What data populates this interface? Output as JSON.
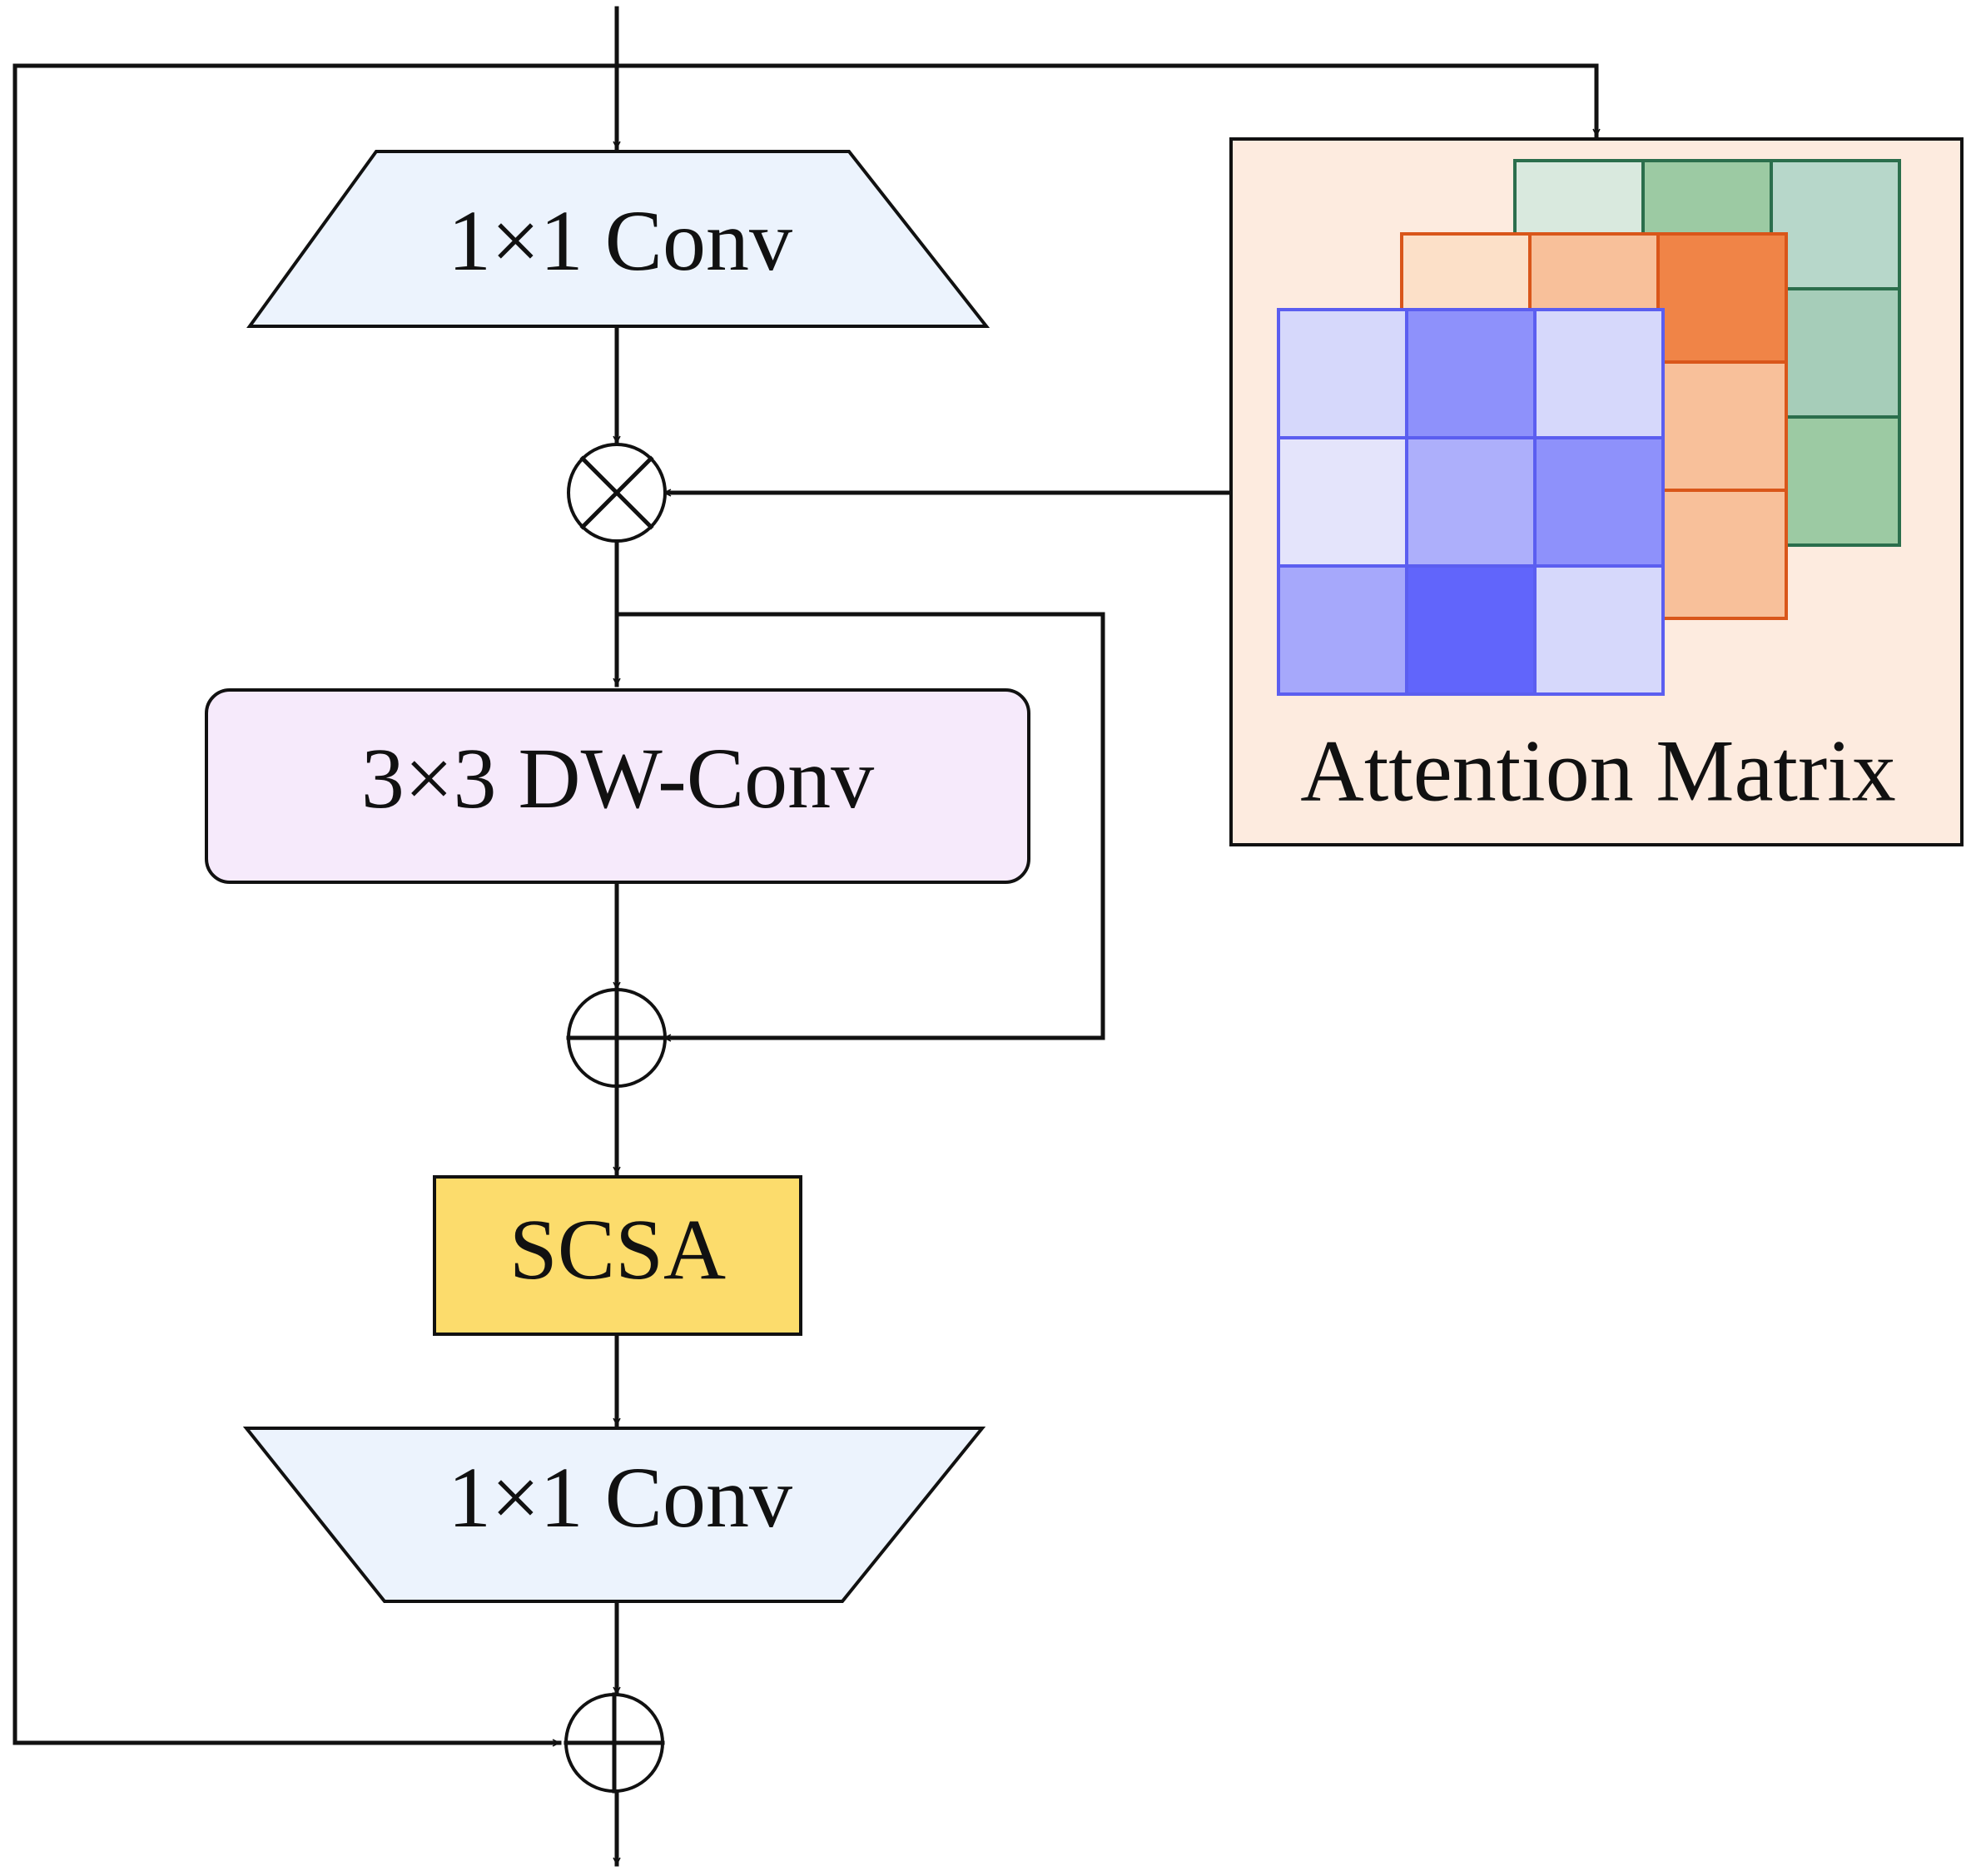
{
  "diagram": {
    "conv_top": {
      "label": "1×1 Conv",
      "fill": "#ecf3fd"
    },
    "dwconv": {
      "label": "3×3 DW-Conv",
      "fill": "#f6eafb"
    },
    "scsa": {
      "label": "SCSA",
      "fill": "#fcdc6c"
    },
    "conv_bottom": {
      "label": "1×1 Conv",
      "fill": "#ecf3fd"
    },
    "attention": {
      "label": "Attention Matrix",
      "panel_fill": "#fdebdf",
      "layers": [
        {
          "name": "green",
          "stroke": "#2b6e4c",
          "cells": [
            [
              "#d9e9de",
              "#9ccaa3",
              "#b7d7ca"
            ],
            [
              "#f8c09a",
              "#f08447",
              "#a6cdb9"
            ],
            [
              "#f8c09a",
              "#f8c09a",
              "#9ccaa3"
            ]
          ]
        },
        {
          "name": "orange",
          "stroke": "#d9561a",
          "cells": [
            [
              "#fce0c8",
              "#f8c09a",
              "#f08447"
            ],
            [
              "#f8c09a",
              "#f8c09a",
              "#f8c09a"
            ],
            [
              "#f8c09a",
              "#f8c09a",
              "#f8c09a"
            ]
          ]
        },
        {
          "name": "blue",
          "stroke": "#5b5ef0",
          "cells": [
            [
              "#d6d8fb",
              "#8e91fb",
              "#d6d8fb"
            ],
            [
              "#e4e4fb",
              "#adaffb",
              "#8e91fb"
            ],
            [
              "#a6a8fb",
              "#6165fb",
              "#d6d8fb"
            ]
          ]
        }
      ]
    }
  }
}
